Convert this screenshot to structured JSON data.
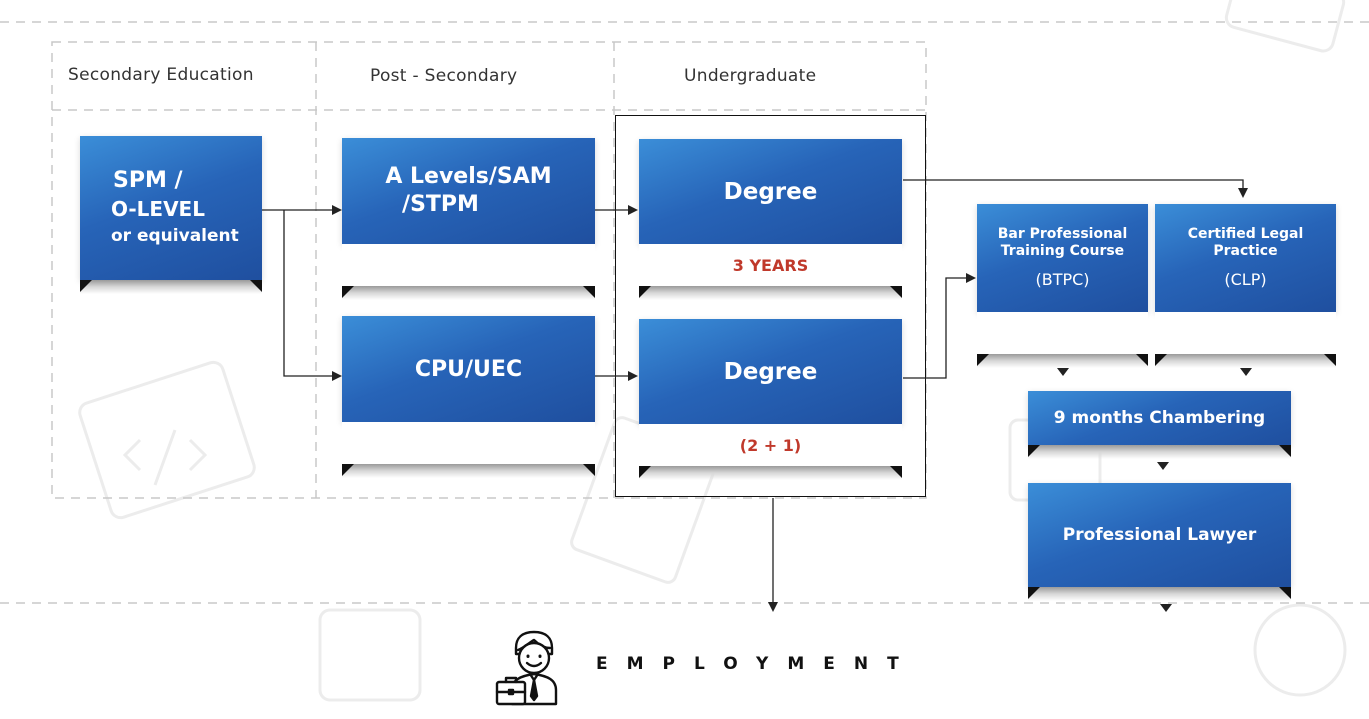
{
  "stages": {
    "secondary": "Secondary Education",
    "post_secondary": "Post - Secondary",
    "undergraduate": "Undergraduate"
  },
  "cards": {
    "spm": {
      "line1": "SPM /",
      "line2": "O-LEVEL",
      "line3": "or equivalent"
    },
    "alevels": {
      "line1": "A Levels/SAM",
      "line2": "/STPM"
    },
    "cpu": {
      "title": "CPU/UEC"
    },
    "degree1": {
      "title": "Degree",
      "subtitle": "3 YEARS"
    },
    "degree2": {
      "title": "Degree",
      "subtitle": "(2 + 1)"
    },
    "btpc": {
      "line1": "Bar Professional",
      "line2": "Training Course",
      "line3": "(BTPC)"
    },
    "clp": {
      "line1": "Certified Legal",
      "line2": "Practice",
      "line3": "(CLP)"
    },
    "chambering": {
      "title": "9 months Chambering"
    },
    "lawyer": {
      "title": "Professional Lawyer"
    }
  },
  "employment": {
    "label": "EMPLOYMENT"
  },
  "colors": {
    "card_blue": "#2764b8",
    "accent_red": "#c0392b",
    "line": "#222222",
    "dash": "#c8c8c8"
  }
}
